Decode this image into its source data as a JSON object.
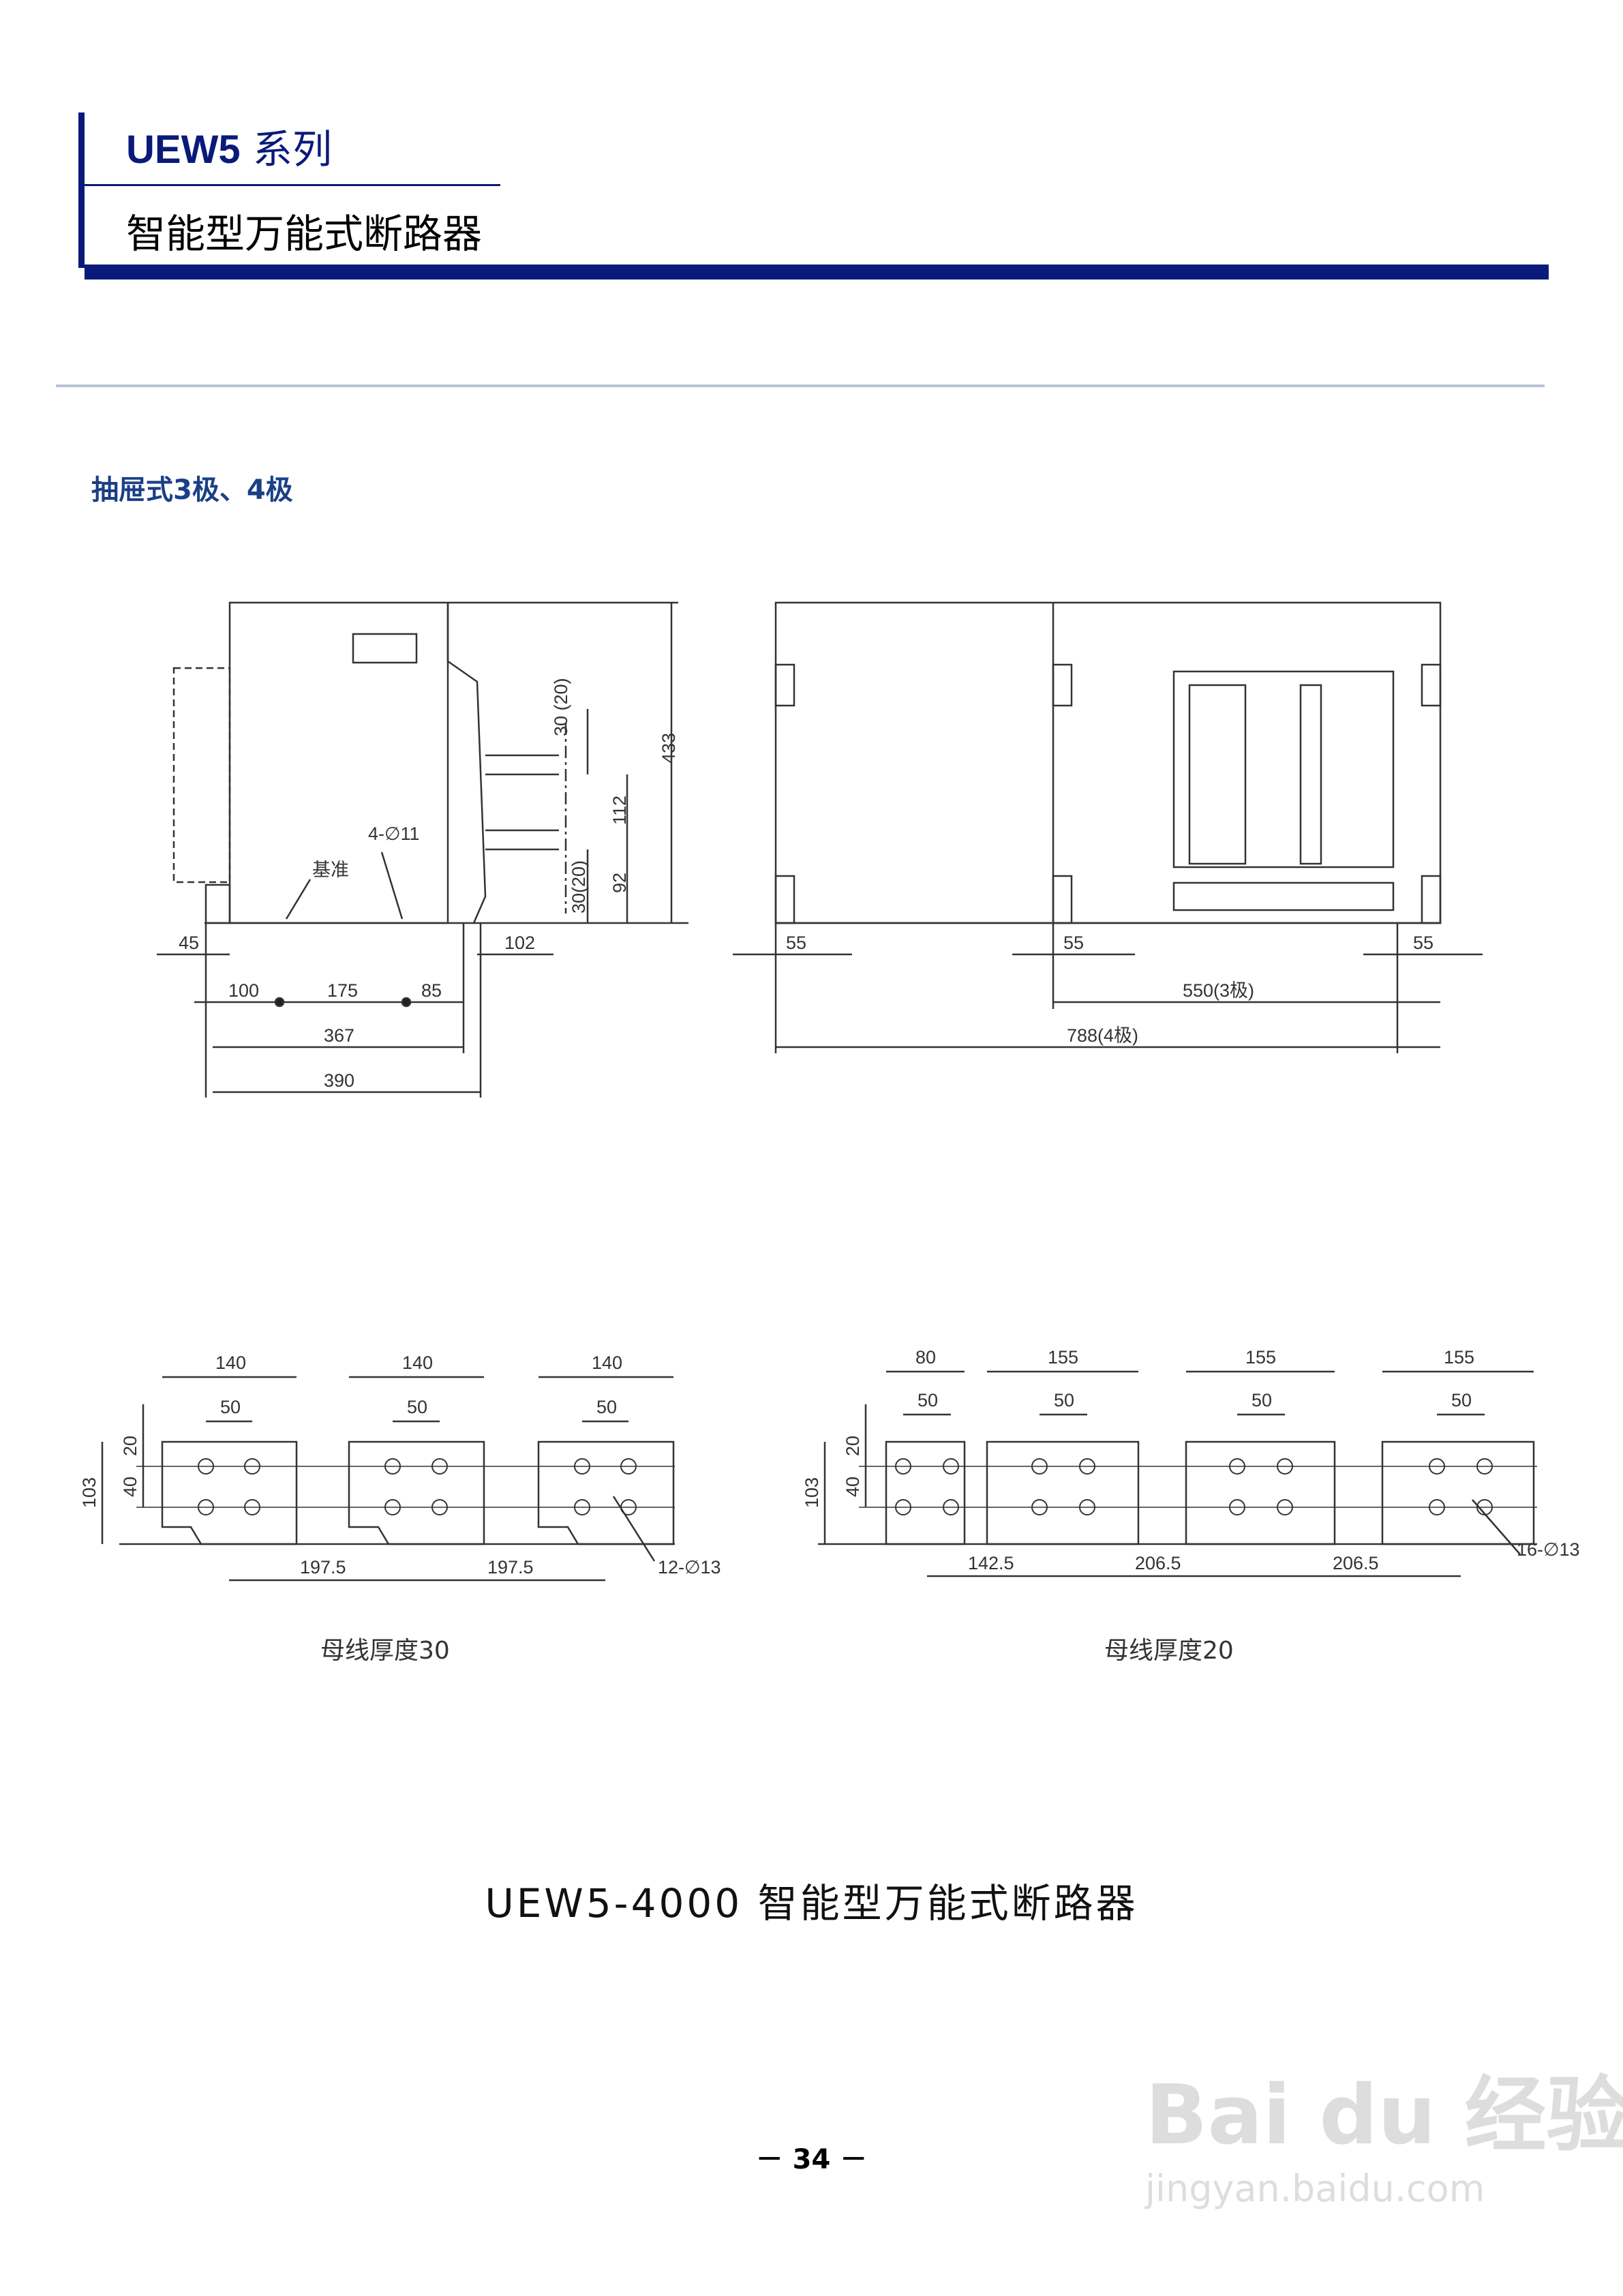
{
  "header": {
    "model": "UEW5",
    "series_word": "系列",
    "product_name": "智能型万能式断路器",
    "accent_color": "#0a1a7a"
  },
  "section": {
    "label": "抽屉式3极、4极",
    "label_color": "#1a3f86"
  },
  "side_view": {
    "dims": {
      "height": "433",
      "bus_top": "30 (20)",
      "bus_spacing": "112",
      "bus_bottom_a": "92",
      "bus_bottom_b": "30(20)",
      "holes": "4-∅11",
      "datum": "基准",
      "left_offset": "45",
      "hole_a": "100",
      "hole_b": "175",
      "hole_c": "85",
      "terminal_depth": "102",
      "depth_a": "367",
      "depth_b": "390"
    }
  },
  "front_view": {
    "dims": {
      "side_left": "55",
      "side_mid": "55",
      "side_right": "55",
      "width_3p": "550(3极)",
      "width_4p": "788(4极)"
    }
  },
  "busbar_30": {
    "caption": "母线厚度30",
    "dims": {
      "width_1": "140",
      "width_2": "140",
      "width_3": "140",
      "hole_gap_1": "50",
      "hole_gap_2": "50",
      "hole_gap_3": "50",
      "height": "103",
      "top_margin": "20",
      "hole_vgap": "40",
      "pitch_1": "197.5",
      "pitch_2": "197.5",
      "holes": "12-∅13"
    }
  },
  "busbar_20": {
    "caption": "母线厚度20",
    "dims": {
      "width_1": "80",
      "width_2": "155",
      "width_3": "155",
      "width_4": "155",
      "hole_gap_1": "50",
      "hole_gap_2": "50",
      "hole_gap_3": "50",
      "hole_gap_4": "50",
      "height": "103",
      "top_margin": "20",
      "hole_vgap": "40",
      "pitch_1": "142.5",
      "pitch_2": "206.5",
      "pitch_3": "206.5",
      "holes": "16-∅13"
    }
  },
  "page_heading": "UEW5-4000 智能型万能式断路器",
  "page_number": "－ 34 －",
  "watermark": {
    "brand": "Bai du 经验",
    "url": "jingyan.baidu.com"
  }
}
